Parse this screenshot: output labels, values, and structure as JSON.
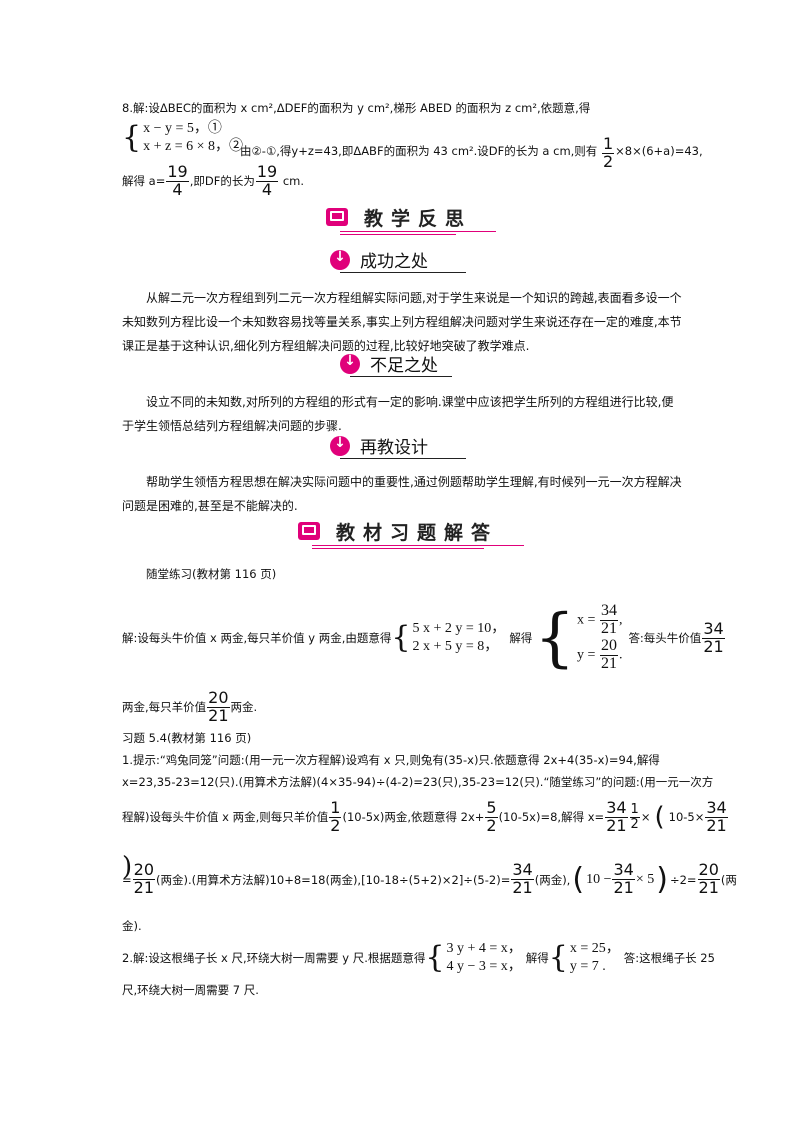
{
  "q8": {
    "line1": "8.解:设ΔBEC的面积为 x  cm²,ΔDEF的面积为 y  cm²,梯形 ABED 的面积为 z  cm²,依题意,得",
    "eq1": "x − y = 5，①",
    "eq2": "x + z = 6 × 8，②",
    "line2a": "由②-①,得y+z=43,即ΔABF的面积为 43  cm².设DF的长为 a  cm,则有",
    "line2b": "×8×(6+a)=43,",
    "line3a": "解得 a=",
    "line3b": ",即DF的长为",
    "line3c": "cm."
  },
  "banner1": {
    "title": "教学反思"
  },
  "success": {
    "title": "成功之处",
    "text": "从解二元一次方程组到列二元一次方程组解实际问题,对于学生来说是一个知识的跨越,表面看多设一个未知数列方程比设一个未知数容易找等量关系,事实上列方程组解决问题对学生来说还存在一定的难度,本节课正是基于这种认识,细化列方程组解决问题的过程,比较好地突破了教学难点."
  },
  "shortfall": {
    "title": "不足之处",
    "text": "设立不同的未知数,对所列的方程组的形式有一定的影响.课堂中应该把学生所列的方程组进行比较,便于学生领悟总结列方程组解决问题的步骤."
  },
  "redesign": {
    "title": "再教设计",
    "text": "帮助学生领悟方程思想在解决实际问题中的重要性,通过例题帮助学生理解,有时候列一元一次方程解决问题是困难的,甚至是不能解决的."
  },
  "banner2": {
    "title": "教材习题解答"
  },
  "practice": {
    "heading": "随堂练习(教材第 116 页)",
    "text_a": "解:设每头牛价值 x 两金,每只羊价值 y 两金,由题意得",
    "eq1": "5 x + 2 y = 10，",
    "eq2": "2 x + 5 y = 8，",
    "solve": "解得",
    "sol_x": "x =",
    "sol_y": "y =",
    "answer": "答:每头牛价值",
    "line2a": "两金,每只羊价值",
    "line2b": "两金."
  },
  "exercise": {
    "heading": "习题 5.4(教材第 116 页)",
    "p1_l1": "1.提示:“鸡兔同笼”问题:(用一元一次方程解)设鸡有 x 只,则兔有(35-x)只.依题意得 2x+4(35-x)=94,解得",
    "p1_l2": "x=23,35-23=12(只).(用算术方法解)(4×35-94)÷(4-2)=23(只),35-23=12(只).“随堂练习”的问题:(用一元一次方",
    "p1_l3a": "程解)设每头牛价值 x 两金,则每只羊价值",
    "p1_l3b": "(10-5x)两金,依题意得 2x+",
    "p1_l3c": "(10-5x)=8,解得 x=",
    "p1_l3d": "×",
    "p1_l3e": "10-5×",
    "p1_l4a": "=",
    "p1_l4b": "(两金).(用算术方法解)10+8=18(两金),[10-18÷(5+2)×2]÷(5-2)=",
    "p1_l4c": "(两金),",
    "p1_l4d": "10 −",
    "p1_l4e": "× 5",
    "p1_l4f": "÷2=",
    "p1_l4g": "(两",
    "p1_l5": "金).",
    "p2_a": "2.解:设这根绳子长 x 尺,环绕大树一周需要 y 尺.根据题意得",
    "p2_eq1": "3 y + 4 = x，",
    "p2_eq2": "4 y − 3 = x，",
    "p2_solve": "解得",
    "p2_s1": "x = 25，",
    "p2_s2": "y = 7 .",
    "p2_b": "答:这根绳子长 25",
    "p2_l2": "尺,环绕大树一周需要 7 尺."
  },
  "fractions": {
    "one": "1",
    "two": "2",
    "four": "4",
    "five": "5",
    "n19": "19",
    "n34": "34",
    "n20": "20",
    "n21": "21"
  }
}
